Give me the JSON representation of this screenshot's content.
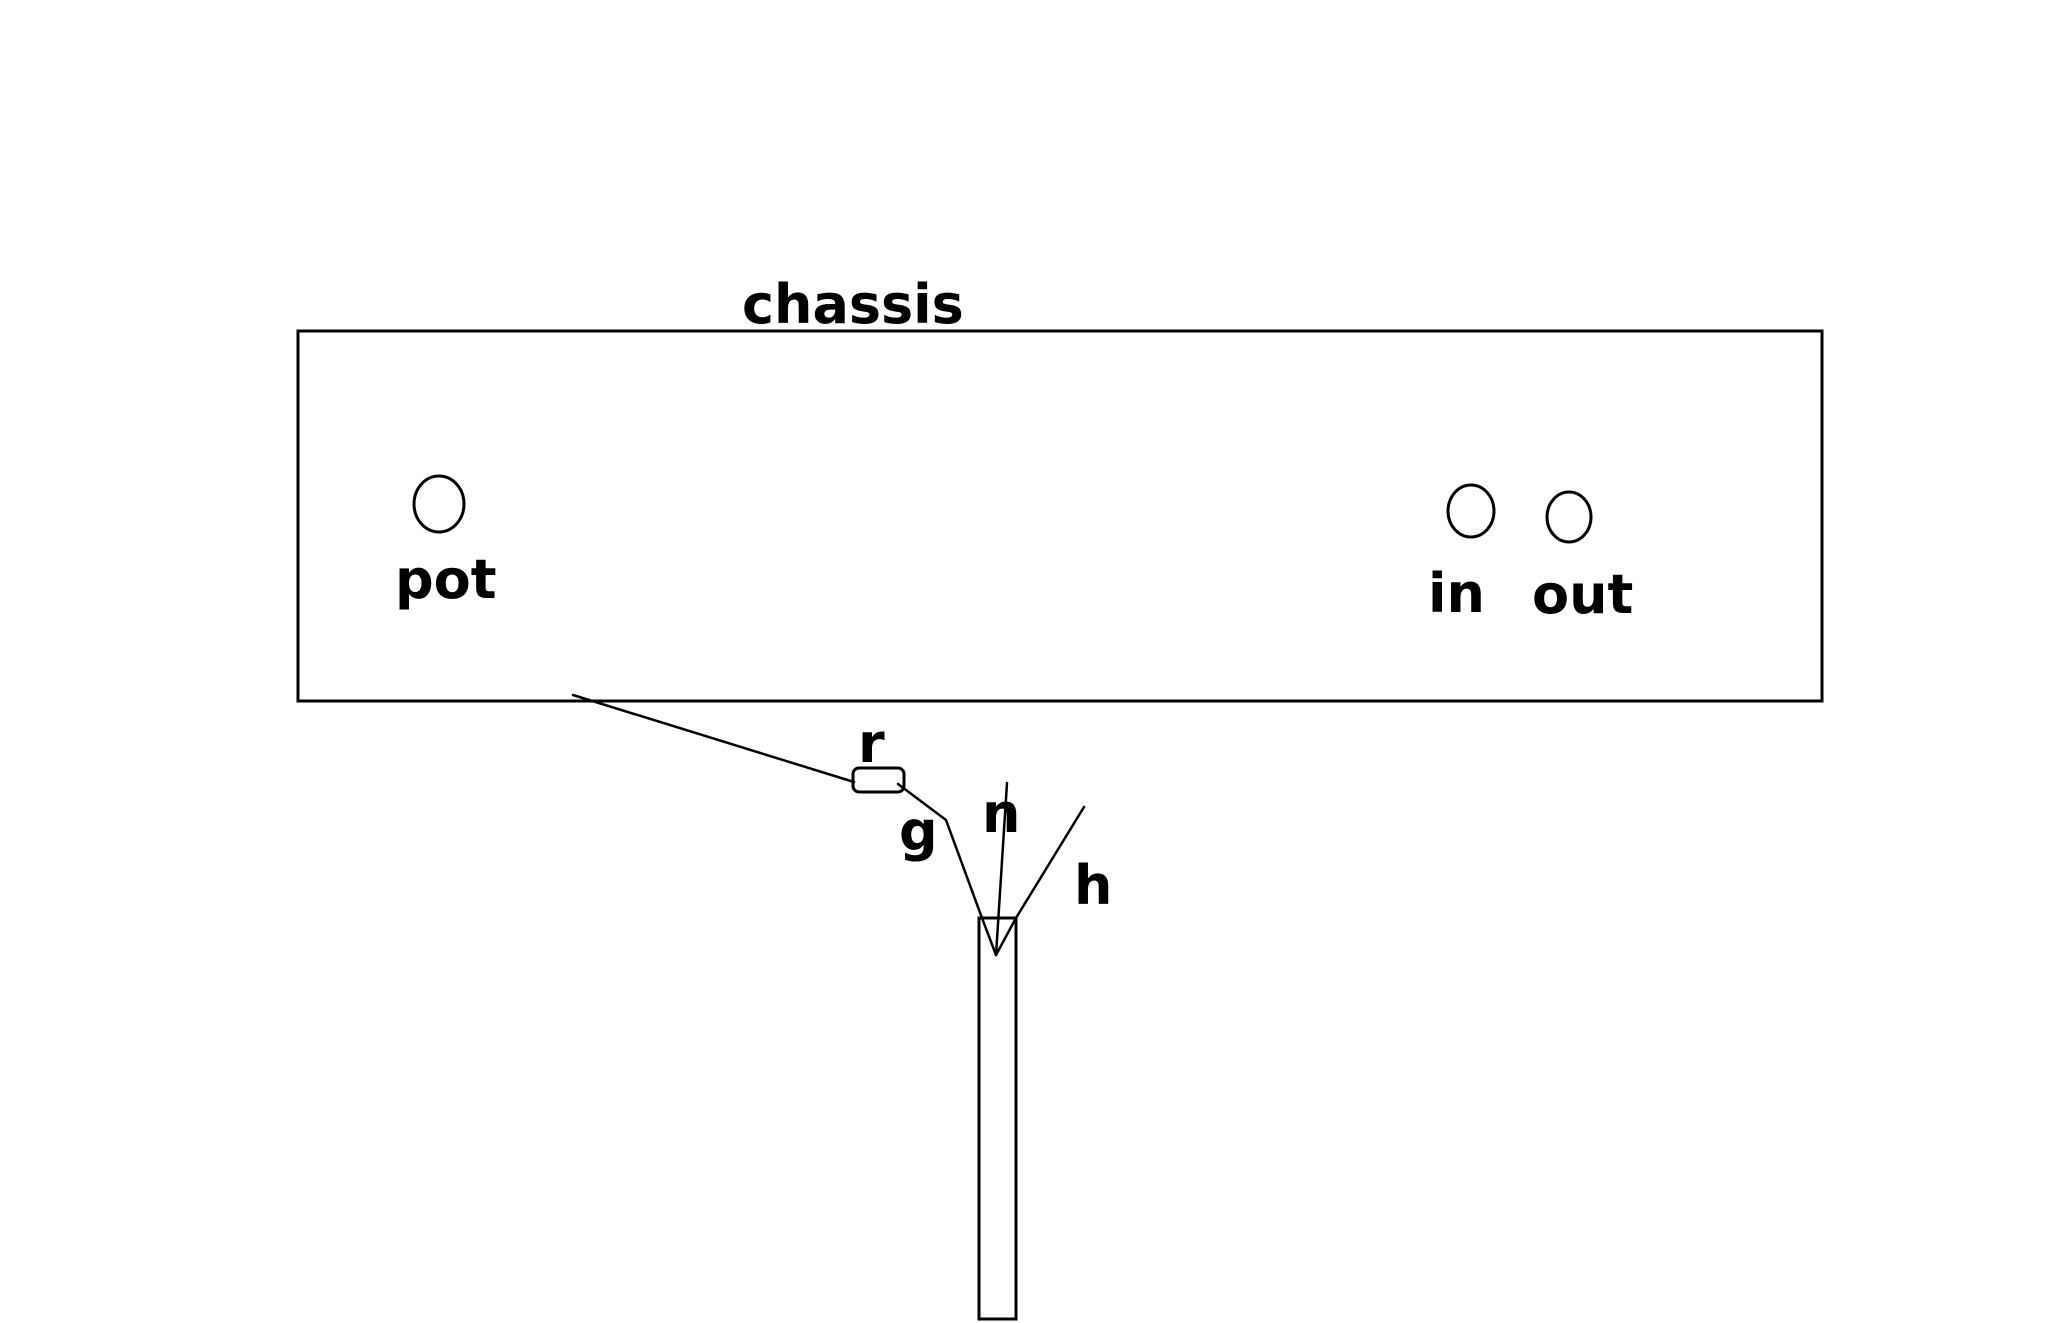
{
  "labels": {
    "chassis": "chassis",
    "pot": "pot",
    "in": "in",
    "out": "out",
    "resistor": "r",
    "ground": "g",
    "neutral": "n",
    "hot": "h"
  },
  "colors": {
    "stroke": "#000000",
    "background": "#ffffff"
  }
}
